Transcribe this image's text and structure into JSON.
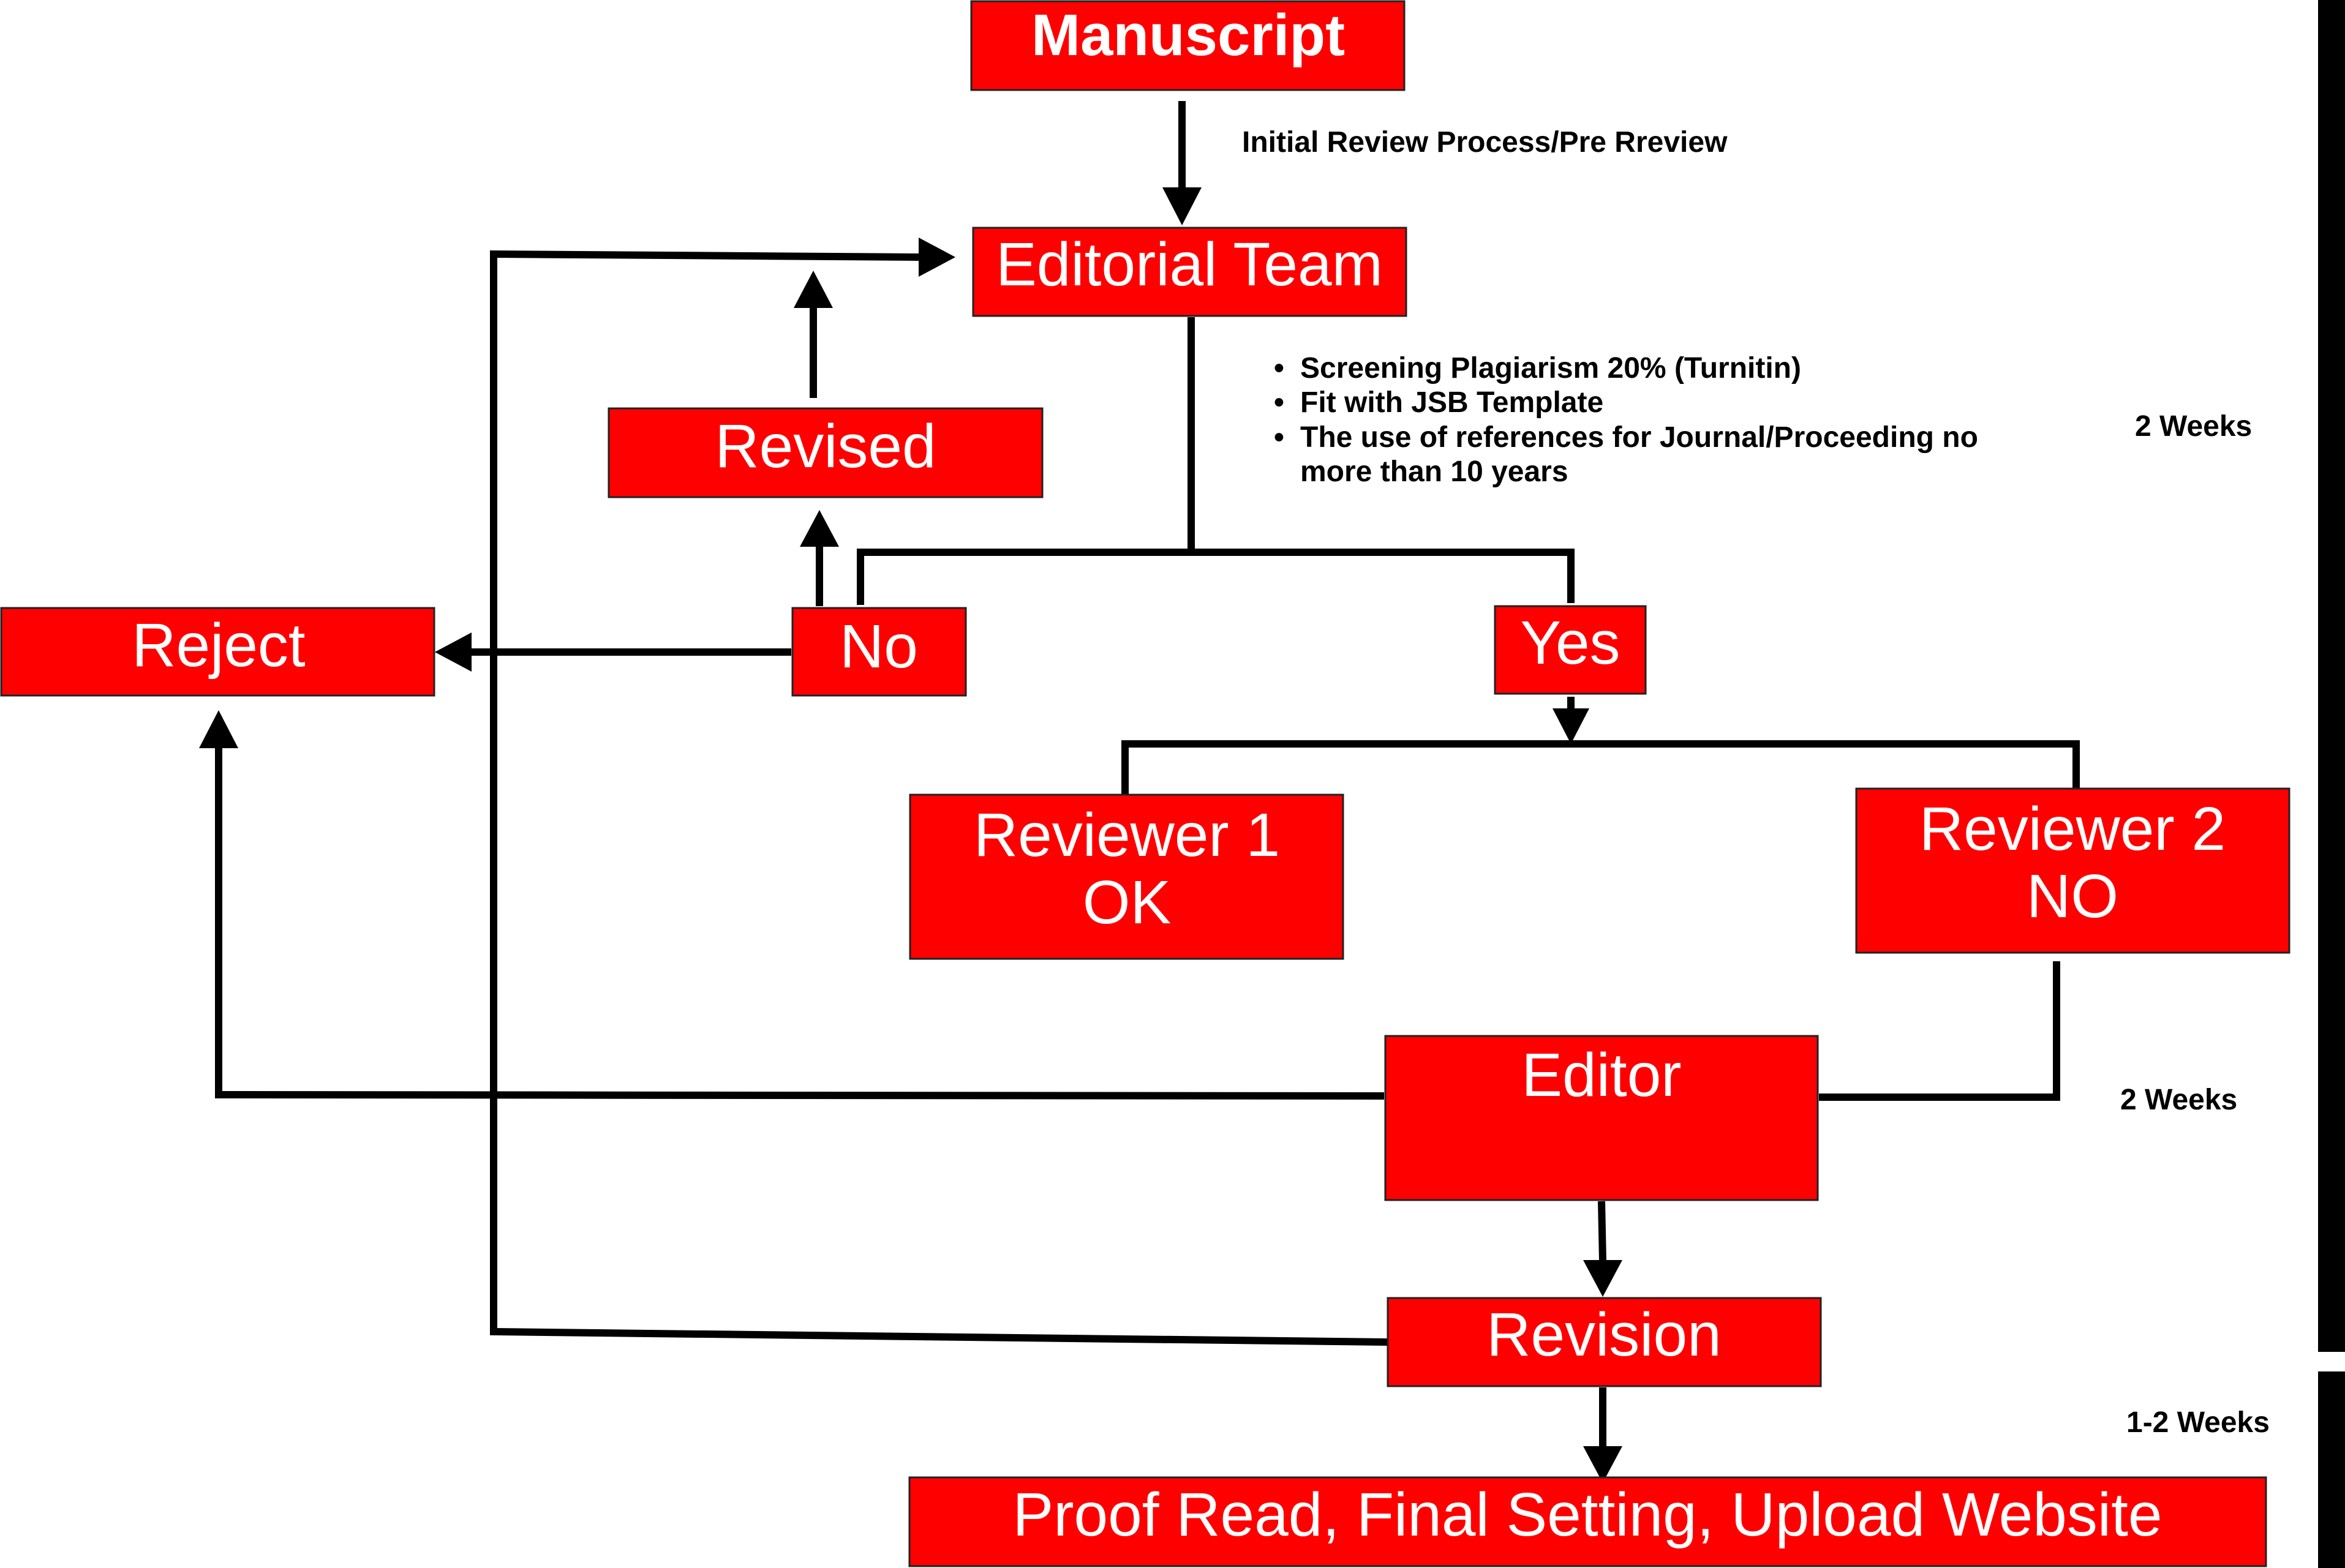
{
  "colors": {
    "box_fill": "#ff0000",
    "box_border": "#222222",
    "box_text": "#ffffff",
    "line": "#000000",
    "note_text": "#000000"
  },
  "nodes": {
    "manuscript": "Manuscript",
    "editorial_team": "Editorial Team",
    "revised": "Revised",
    "reject": "Reject",
    "no": "No",
    "yes": "Yes",
    "reviewer1_line1": "Reviewer 1",
    "reviewer1_line2": "OK",
    "reviewer2_line1": "Reviewer 2",
    "reviewer2_line2": "NO",
    "editor": "Editor",
    "revision": "Revision",
    "proof_read": "Proof Read, Final Setting, Upload Website"
  },
  "notes": {
    "initial_review": "Initial Review Process/Pre Rreview",
    "criteria": [
      "Screening Plagiarism 20% (Turnitin)",
      "Fit with JSB Template",
      "The use of references for Journal/Proceeding no",
      "more than 10 years"
    ],
    "bullet": "•"
  },
  "timeline": {
    "phase1": "2 Weeks",
    "phase2": "2 Weeks",
    "phase3": "1-2 Weeks"
  }
}
